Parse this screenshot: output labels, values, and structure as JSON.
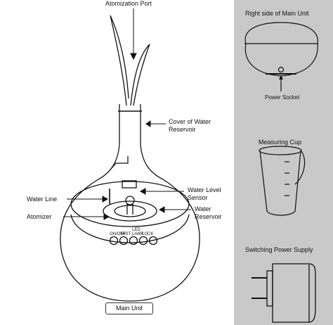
{
  "main": {
    "atomization_port": "Atomization Port",
    "cover_line1": "Cover of Water",
    "cover_line2": "Reservoir",
    "water_line": "Water Line",
    "atomizer": "Atomizer",
    "water_level_sensor_line1": "Water Level",
    "water_level_sensor_line2": "Sensor",
    "water_reservoir_line1": "Water",
    "water_reservoir_line2": "Reservoir",
    "main_unit_box": "Main Unit",
    "button_labels": [
      "ON/OFF",
      "MIST",
      "LED",
      "LAMP",
      "LOCK"
    ]
  },
  "side": {
    "right_side_title": "Right side of Main Unit",
    "power_socket": "Power Socket",
    "measuring_cup": "Measuring Cup",
    "switching_power_supply": "Switching Power Supply"
  }
}
